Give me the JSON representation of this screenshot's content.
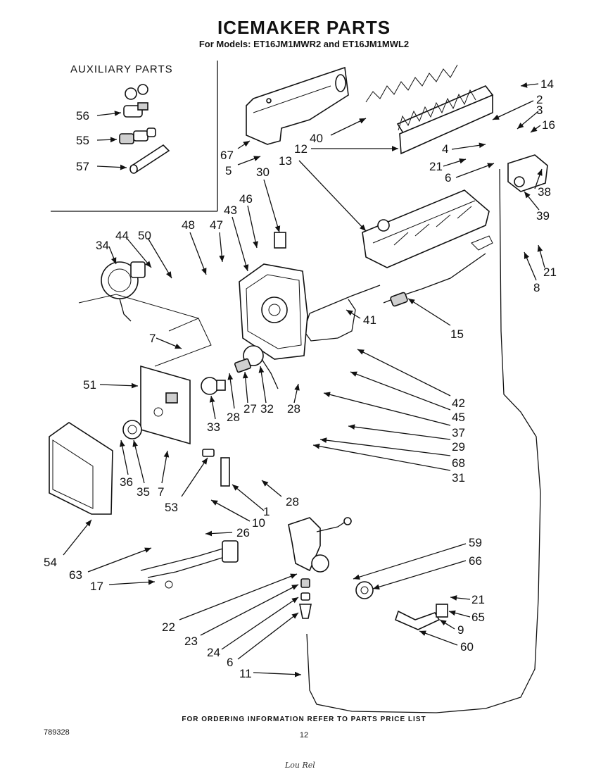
{
  "header": {
    "title": "ICEMAKER PARTS",
    "subtitle": "For Models: ET16JM1MWR2 and ET16JM1MWL2"
  },
  "auxiliary": {
    "title": "AUXILIARY PARTS"
  },
  "parts": [
    {
      "num": "56"
    },
    {
      "num": "55"
    },
    {
      "num": "57"
    },
    {
      "num": "67"
    },
    {
      "num": "5"
    },
    {
      "num": "30"
    },
    {
      "num": "13"
    },
    {
      "num": "40"
    },
    {
      "num": "12"
    },
    {
      "num": "14"
    },
    {
      "num": "2"
    },
    {
      "num": "3"
    },
    {
      "num": "16"
    },
    {
      "num": "4"
    },
    {
      "num": "21"
    },
    {
      "num": "6"
    },
    {
      "num": "38"
    },
    {
      "num": "39"
    },
    {
      "num": "21"
    },
    {
      "num": "8"
    },
    {
      "num": "34"
    },
    {
      "num": "44"
    },
    {
      "num": "50"
    },
    {
      "num": "48"
    },
    {
      "num": "47"
    },
    {
      "num": "43"
    },
    {
      "num": "46"
    },
    {
      "num": "41"
    },
    {
      "num": "15"
    },
    {
      "num": "7"
    },
    {
      "num": "51"
    },
    {
      "num": "42"
    },
    {
      "num": "45"
    },
    {
      "num": "37"
    },
    {
      "num": "29"
    },
    {
      "num": "68"
    },
    {
      "num": "31"
    },
    {
      "num": "33"
    },
    {
      "num": "28"
    },
    {
      "num": "27"
    },
    {
      "num": "32"
    },
    {
      "num": "28"
    },
    {
      "num": "36"
    },
    {
      "num": "35"
    },
    {
      "num": "7"
    },
    {
      "num": "53"
    },
    {
      "num": "1"
    },
    {
      "num": "28"
    },
    {
      "num": "10"
    },
    {
      "num": "54"
    },
    {
      "num": "26"
    },
    {
      "num": "63"
    },
    {
      "num": "17"
    },
    {
      "num": "59"
    },
    {
      "num": "66"
    },
    {
      "num": "21"
    },
    {
      "num": "65"
    },
    {
      "num": "9"
    },
    {
      "num": "60"
    },
    {
      "num": "22"
    },
    {
      "num": "23"
    },
    {
      "num": "24"
    },
    {
      "num": "6"
    },
    {
      "num": "11"
    }
  ],
  "footer": {
    "note": "FOR ORDERING INFORMATION REFER TO PARTS PRICE LIST",
    "code": "789328",
    "page": "12",
    "handwritten": "Lou Rel"
  }
}
